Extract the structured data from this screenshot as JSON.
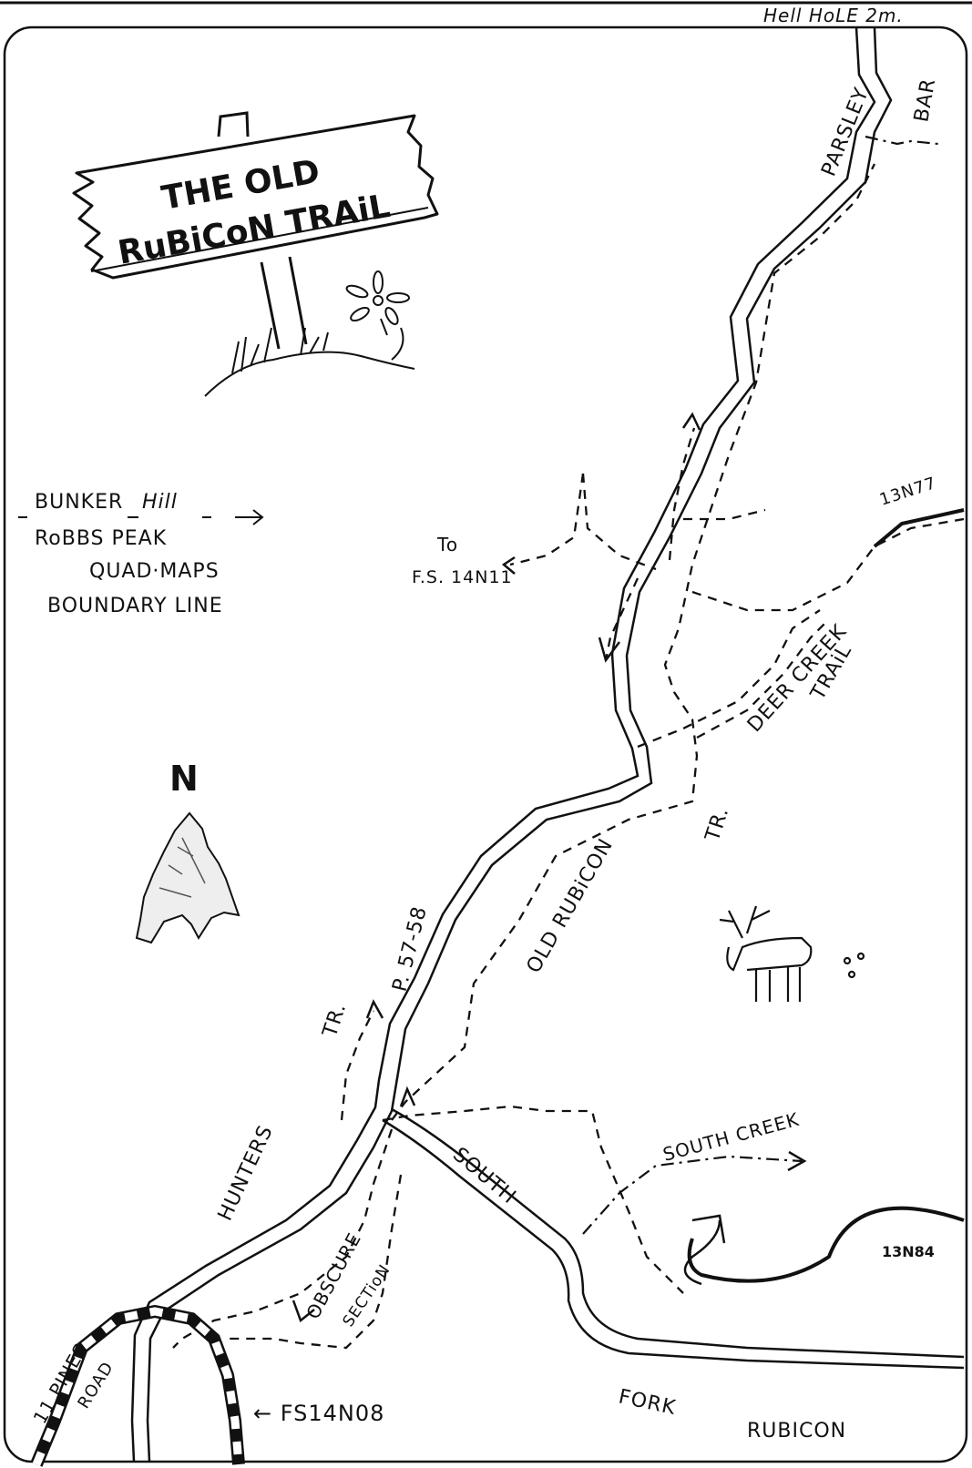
{
  "map": {
    "title_line1": "THE OLD",
    "title_line2": "RuBiCoN TRAiL",
    "top_note": "Hell HoLE 2m.",
    "compass": "N",
    "legend": {
      "top_left": "BUNKER",
      "top_right": "Hill",
      "line2": "RoBBS PEAK",
      "line3": "QUAD·MAPS",
      "line4": "BOUNDARY LINE"
    },
    "labels": {
      "parsley": "PARSLEY",
      "bar": "BAR",
      "road_13n77": "13N77",
      "to": "To",
      "fs_14n11": "F.S. 14N11",
      "deer_creek": "DEER CREEK",
      "trail": "TRAiL",
      "tr_upper": "TR.",
      "old_rubicon": "OLD RUBiCON",
      "p_57_58": "P. 57-58",
      "tr_hunters": "TR.",
      "hunters": "HUNTERS",
      "south": "SOUTH",
      "south_creek": "SOUTH CREEK",
      "road_13n84": "13N84",
      "obscure": "OBSCURE",
      "section": "SECTioN",
      "fork": "FORK",
      "rubicon": "RUBICON",
      "pines": "11 PINES",
      "road": "ROAD",
      "fs_14n08": "← FS14N08"
    }
  }
}
